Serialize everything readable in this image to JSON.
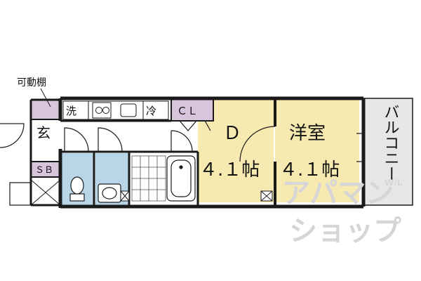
{
  "labels": {
    "shelf": "可動棚",
    "washer": "洗",
    "fridge": "冷",
    "closet": "ＣＬ",
    "entrance": "玄",
    "shoebox": "ＳＢ",
    "dining": "Ｄ",
    "dining_size": "４.１帖",
    "western_room": "洋室",
    "western_size": "４.１帖",
    "balcony": "バルコニー"
  },
  "watermark": {
    "line1": "アパマン",
    "line2": "ショップ",
    "corner": "W/L"
  },
  "colors": {
    "dining_floor": "#f6eab0",
    "western_floor": "#f6eab0",
    "storage": "#d8c4dc",
    "wet_area": "#b9d5e8",
    "balcony": "#e6e6e6",
    "wall": "#1a1a1a"
  }
}
